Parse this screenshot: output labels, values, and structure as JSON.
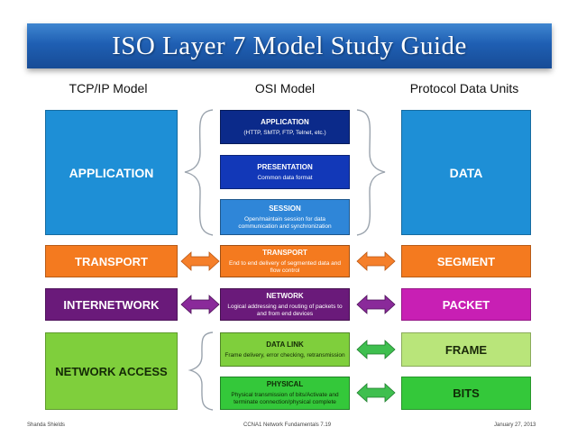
{
  "title": "ISO Layer 7 Model Study Guide",
  "headers": {
    "tcpip": "TCP/IP Model",
    "osi": "OSI  Model",
    "pdu": "Protocol Data Units"
  },
  "tcpip": {
    "application": "APPLICATION",
    "transport": "TRANSPORT",
    "internetwork": "INTERNETWORK",
    "network_access": "NETWORK ACCESS"
  },
  "osi": {
    "application": {
      "name": "APPLICATION",
      "desc": "(HTTP, SMTP, FTP, Telnet, etc.)"
    },
    "presentation": {
      "name": "PRESENTATION",
      "desc": "Common data format"
    },
    "session": {
      "name": "SESSION",
      "desc": "Open/maintain session for data communication and synchronization"
    },
    "transport": {
      "name": "TRANSPORT",
      "desc": "End to end delivery of segmented data and flow control"
    },
    "network": {
      "name": "NETWORK",
      "desc": "Logical addressing and routing of packets to and from end devices"
    },
    "datalink": {
      "name": "DATA LINK",
      "desc": "Frame delivery, error checking, retransmission"
    },
    "physical": {
      "name": "PHYSICAL",
      "desc": "Physical transmission of bits/Activate and terminate connection/physical complete"
    }
  },
  "pdu": {
    "data": "DATA",
    "segment": "SEGMENT",
    "packet": "PACKET",
    "frame": "FRAME",
    "bits": "BITS"
  },
  "footer": {
    "author": "Shanda Shields",
    "course": "CCNA1 Network Fundamentals 7.19",
    "date": "January 27, 2013"
  },
  "colors": {
    "blue": "#1e8fd6",
    "orange": "#f47a1f",
    "purple": "#6a1a7a",
    "green": "#7fcf3c",
    "magenta": "#c81fb4",
    "light_green": "#b9e57a",
    "bright_green": "#34c83a",
    "arrow_fill": "#f57f2a",
    "arrow_purple": "#8a2a9a",
    "arrow_green": "#3fbf4f"
  }
}
